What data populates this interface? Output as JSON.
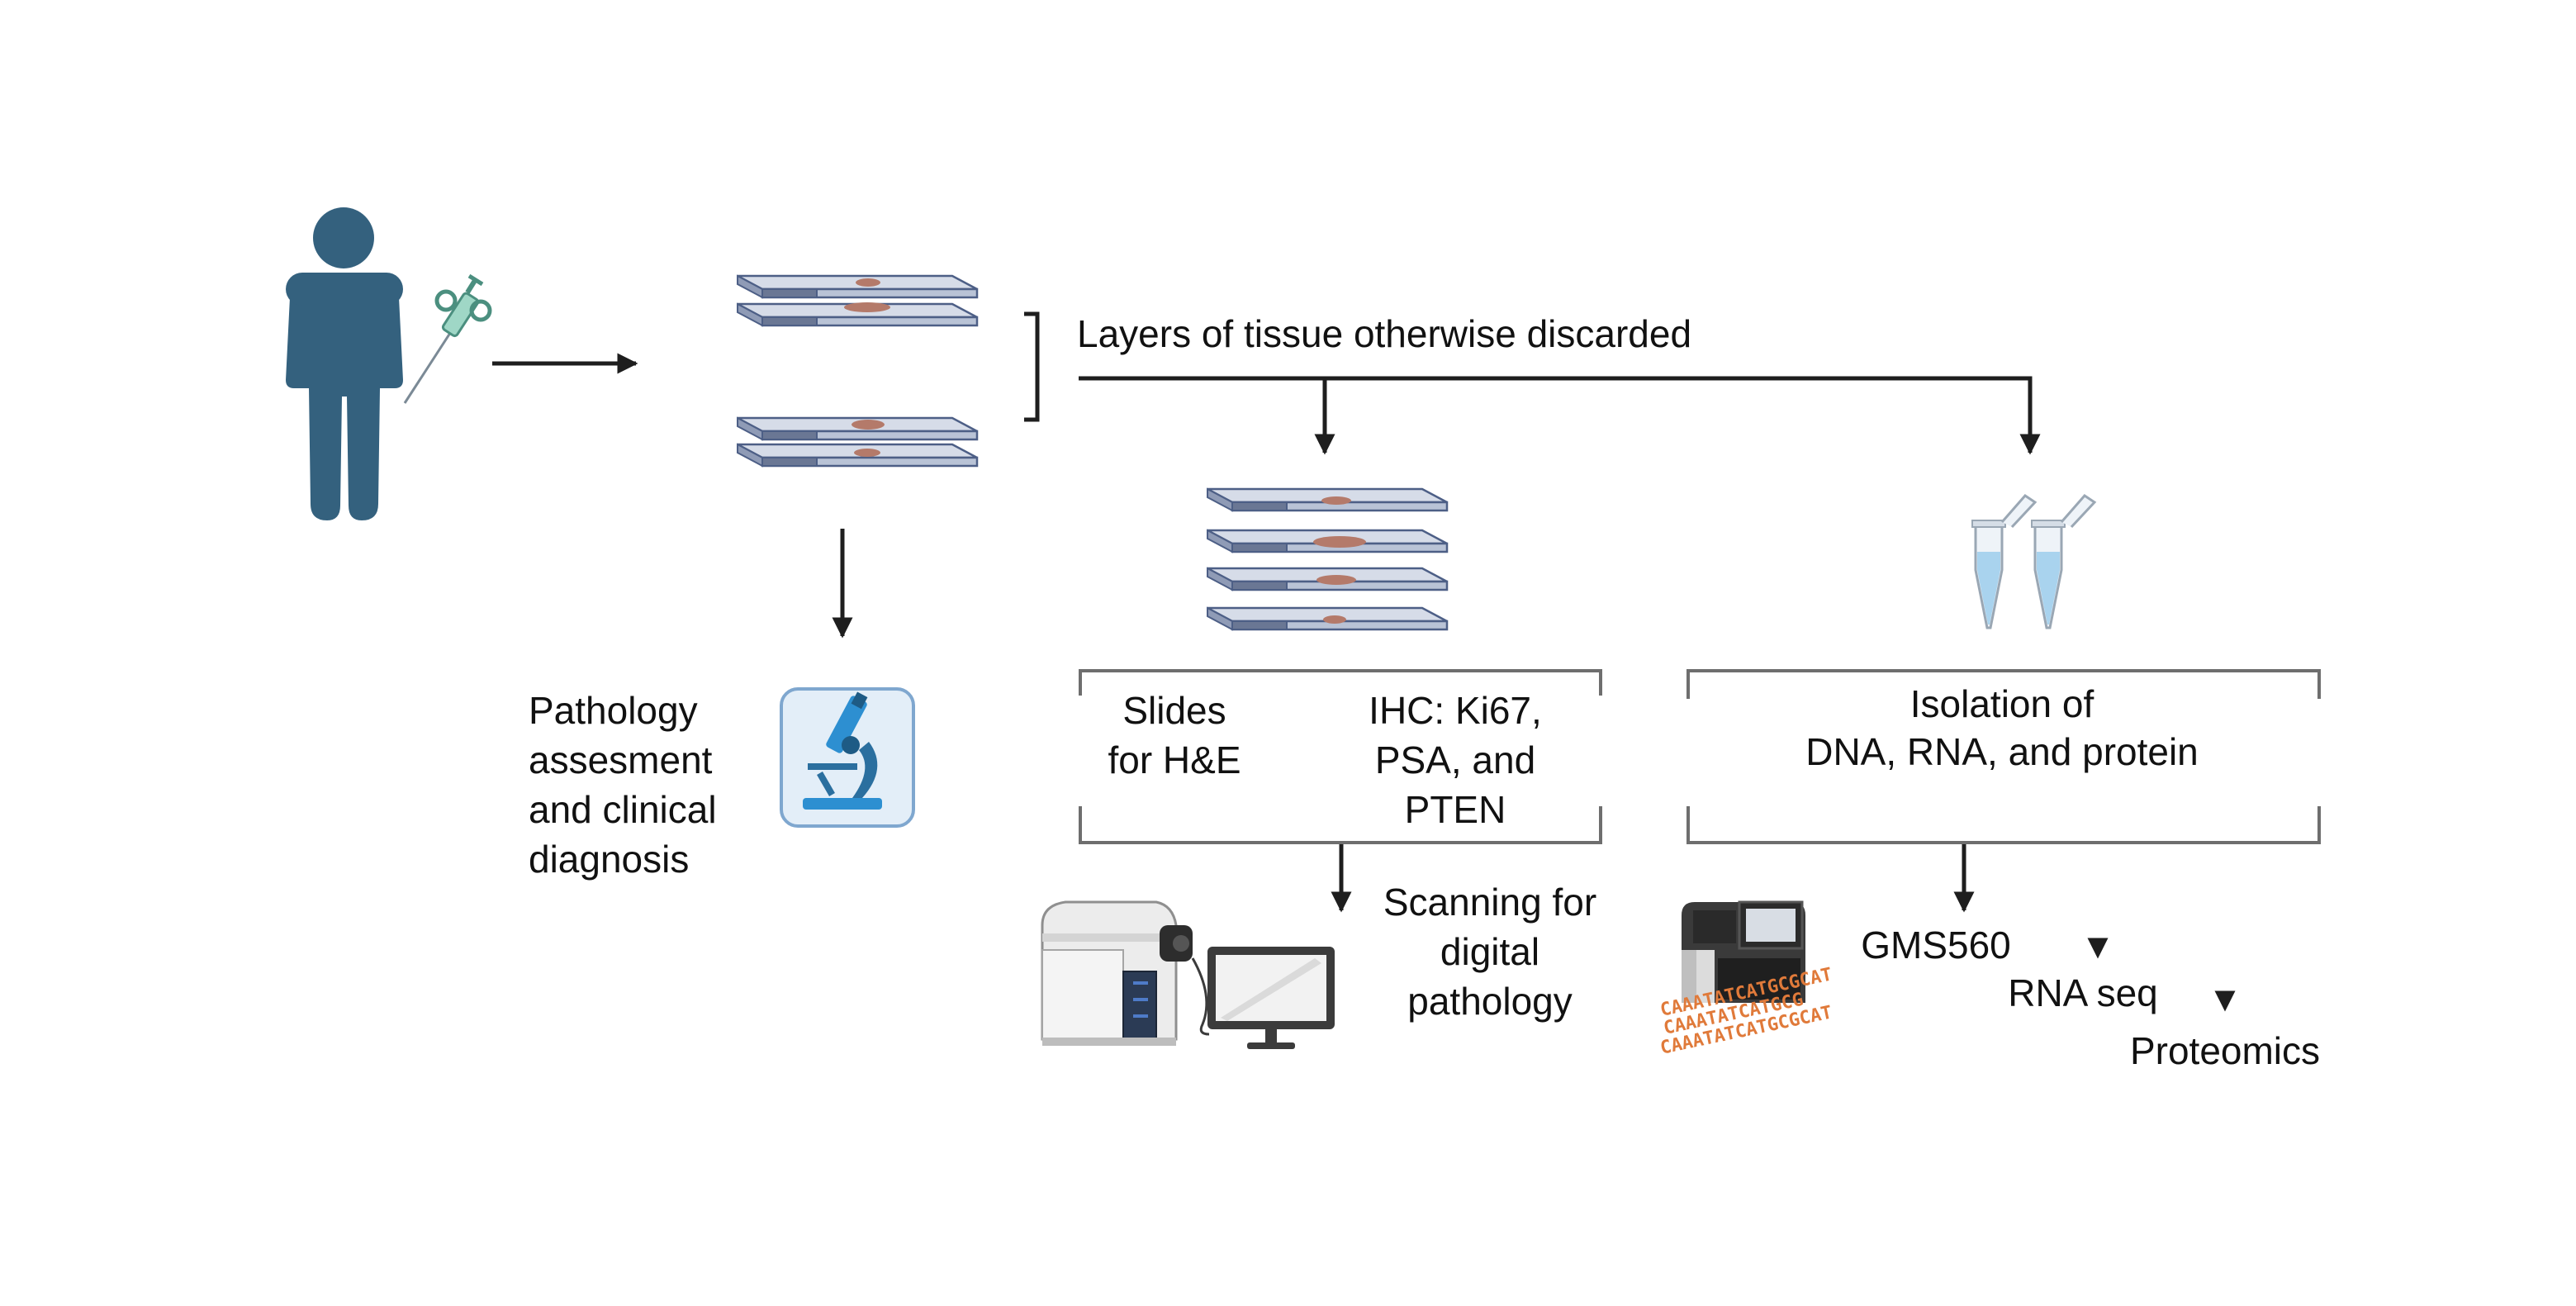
{
  "labels": {
    "layers": "Layers of tissue otherwise discarded",
    "pathology": [
      "Pathology",
      "assesment",
      "and clinical",
      "diagnosis"
    ],
    "slides": [
      "Slides",
      "for H&E"
    ],
    "ihc": [
      "IHC: Ki67,",
      "PSA, and",
      "PTEN"
    ],
    "isolation": [
      "Isolation of",
      "DNA, RNA, and protein"
    ],
    "scanning": [
      "Scanning for",
      "digital",
      "pathology"
    ],
    "gms": "GMS560",
    "rnaseq": "RNA seq",
    "proteomics": "Proteomics",
    "dna_seq": [
      "CAAATATCATGCGCAT",
      "CAAATATCATGCG",
      "CAAATATCATGCGCAT"
    ]
  },
  "icons": {
    "patient": "person-icon",
    "biopsy": "biopsy-needle-icon",
    "slide": "tissue-slide-icon",
    "microscope": "microscope-icon",
    "tubes": "microcentrifuge-tube-icon",
    "scanner": "slide-scanner-icon",
    "monitor": "monitor-icon",
    "sequencer": "sequencer-icon"
  },
  "colors": {
    "person": "#34617e",
    "arrow": "#1e1e1e",
    "bracket": "#6e6e6e",
    "slide_fill": "#b9c3d6",
    "slide_edge": "#4d5f86",
    "tissue": "#b47a6a",
    "tube_liquid": "#a9d3ee",
    "microscope": "#2d8fd1",
    "dna_text": "#e07a3a",
    "needle": "#5fae9c"
  }
}
